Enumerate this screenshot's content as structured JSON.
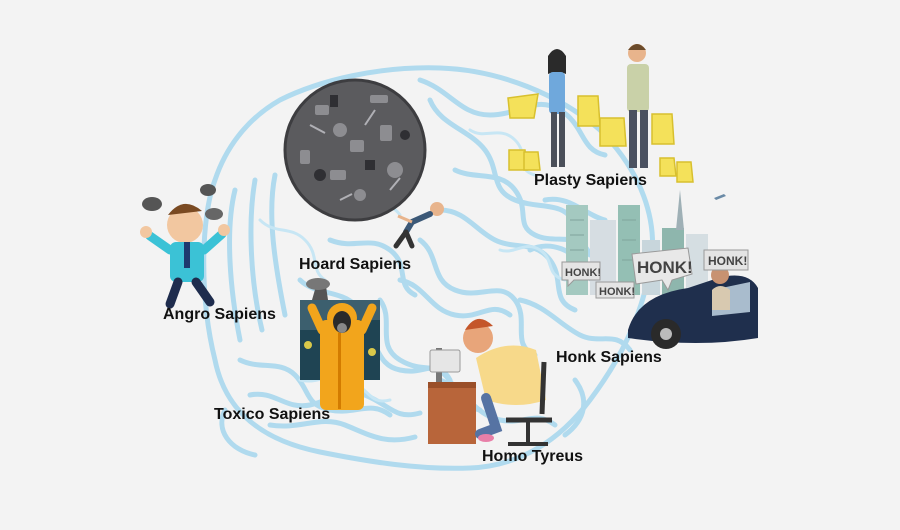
{
  "labels": {
    "hoard": "Hoard Sapiens",
    "plasty": "Plasty Sapiens",
    "angro": "Angro Sapiens",
    "honk": "Honk Sapiens",
    "toxico": "Toxico Sapiens",
    "tyreus": "Homo Tyreus"
  },
  "honk_bubbles": {
    "small_1": "HONK!",
    "small_2": "HONK!",
    "large": "HONK!",
    "right": "HONK!"
  },
  "colors": {
    "background": "#f3f3f3",
    "brain_maze": "#a9d8ee",
    "label_text": "#111111",
    "car": "#1f2f4d",
    "desk": "#b8653a",
    "hazmat_suit": "#f2a51c",
    "plastic_bag": "#f4e15a"
  }
}
